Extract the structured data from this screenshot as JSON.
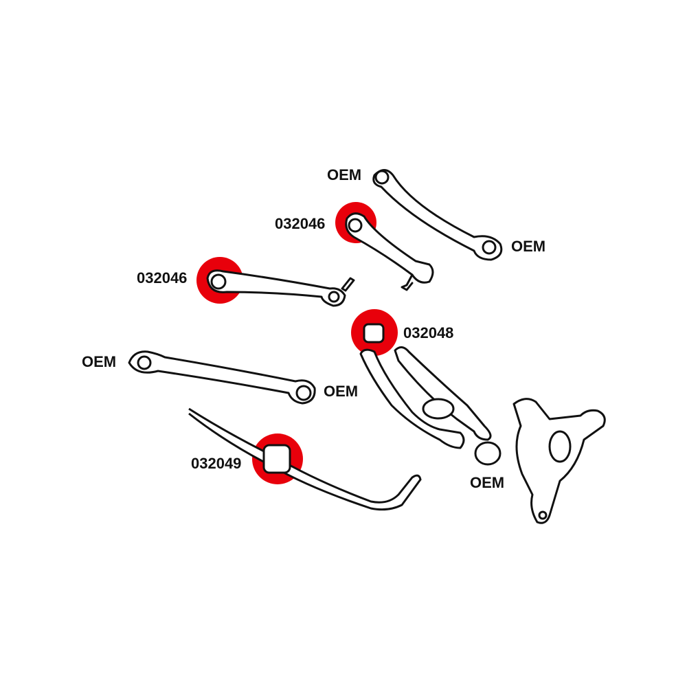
{
  "colors": {
    "highlight": "#e8000b",
    "line": "#111111",
    "background": "#ffffff"
  },
  "labels": [
    {
      "id": "oem-upper-rear-top",
      "text": "OEM"
    },
    {
      "id": "p032046-upper",
      "text": "032046"
    },
    {
      "id": "oem-upper-rear-right",
      "text": "OEM"
    },
    {
      "id": "p032046-lower",
      "text": "032046"
    },
    {
      "id": "p032048",
      "text": "032048"
    },
    {
      "id": "oem-trailing-left",
      "text": "OEM"
    },
    {
      "id": "oem-trailing-right",
      "text": "OEM"
    },
    {
      "id": "p032049",
      "text": "032049"
    },
    {
      "id": "oem-lower-bushing",
      "text": "OEM"
    }
  ]
}
